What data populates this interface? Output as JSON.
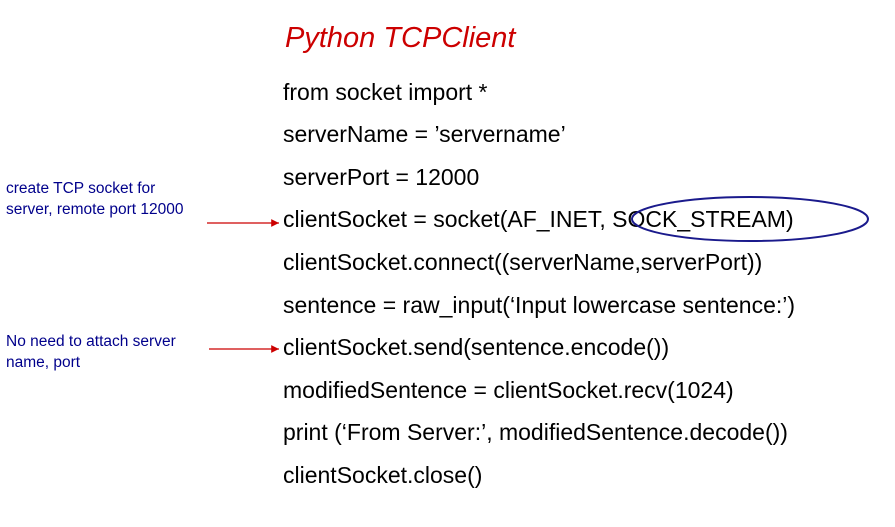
{
  "title": "Python TCPClient",
  "code_lines": [
    "from socket import *",
    "serverName = ’servername’",
    "serverPort = 12000",
    "clientSocket = socket(AF_INET, SOCK_STREAM)",
    "clientSocket.connect((serverName,serverPort))",
    "sentence = raw_input(‘Input lowercase sentence:’)",
    "clientSocket.send(sentence.encode())",
    "modifiedSentence = clientSocket.recv(1024)",
    "print (‘From Server:’, modifiedSentence.decode())",
    "clientSocket.close()"
  ],
  "annotations": [
    {
      "line1": "create TCP socket for",
      "line2": "server, remote port 12000"
    },
    {
      "line1": "No need to attach server",
      "line2": "name, port"
    }
  ],
  "colors": {
    "title": "#cc0000",
    "annotation_text": "#00008b",
    "arrow": "#cc0000",
    "highlight_ellipse": "#1a1a8c"
  }
}
